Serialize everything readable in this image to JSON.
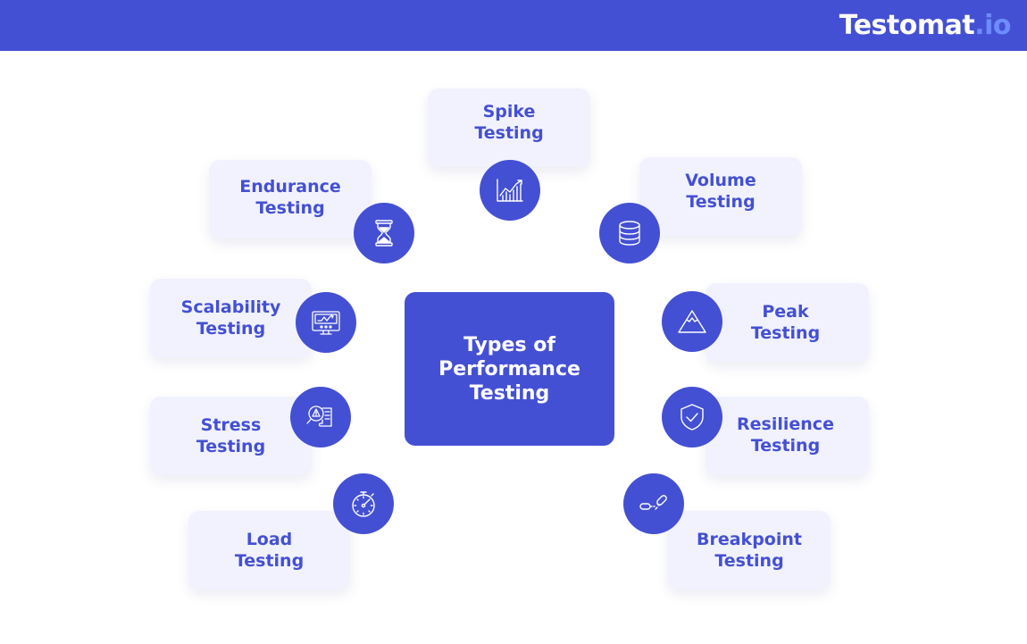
{
  "header": {
    "logo_main": "Testomat",
    "logo_suffix": ".io",
    "background_color": "#4450d3"
  },
  "center": {
    "line1": "Types of",
    "line2": "Performance",
    "line3": "Testing"
  },
  "types": [
    {
      "line1": "Spike",
      "line2": "Testing",
      "icon": "rising-chart-icon"
    },
    {
      "line1": "Volume",
      "line2": "Testing",
      "icon": "database-icon"
    },
    {
      "line1": "Peak",
      "line2": "Testing",
      "icon": "mountain-peak-icon"
    },
    {
      "line1": "Resilience",
      "line2": "Testing",
      "icon": "shield-check-icon"
    },
    {
      "line1": "Breakpoint",
      "line2": "Testing",
      "icon": "broken-chain-icon"
    },
    {
      "line1": "Load",
      "line2": "Testing",
      "icon": "stopwatch-icon"
    },
    {
      "line1": "Stress",
      "line2": "Testing",
      "icon": "warning-magnifier-document-icon"
    },
    {
      "line1": "Scalability",
      "line2": "Testing",
      "icon": "monitor-chart-icon"
    },
    {
      "line1": "Endurance",
      "line2": "Testing",
      "icon": "hourglass-icon"
    }
  ],
  "colors": {
    "primary": "#4450d3",
    "card_bg": "#f1f2fe",
    "logo_accent": "#6d8cff"
  }
}
